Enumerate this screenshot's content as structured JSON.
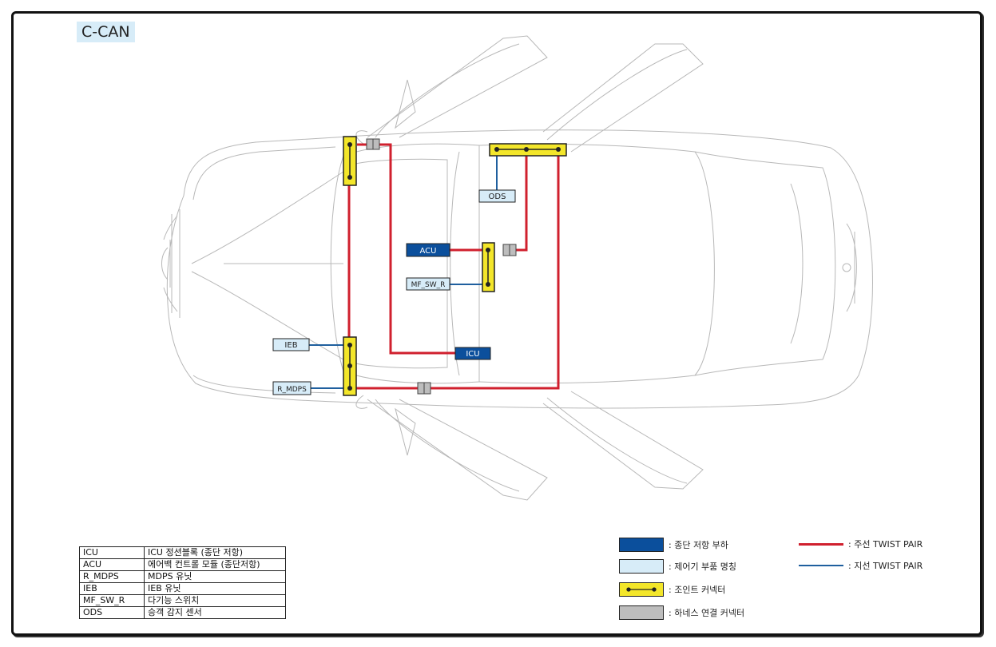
{
  "title": "C-CAN",
  "nodes": {
    "ods": "ODS",
    "acu": "ACU",
    "mf_sw_r": "MF_SW_R",
    "ieb": "IEB",
    "icu": "ICU",
    "r_mdps": "R_MDPS"
  },
  "reference_table": [
    {
      "abbr": "ICU",
      "desc": "ICU 정션블록 (종단 저항)"
    },
    {
      "abbr": "ACU",
      "desc": "에어백 컨트롤 모듈 (종단저항)"
    },
    {
      "abbr": "R_MDPS",
      "desc": "MDPS 유닛"
    },
    {
      "abbr": "IEB",
      "desc": "IEB 유닛"
    },
    {
      "abbr": "MF_SW_R",
      "desc": "다기능 스위치"
    },
    {
      "abbr": "ODS",
      "desc": "승객 감지 센서"
    }
  ],
  "legend": {
    "termination": ": 종단 저항 부하",
    "controller": ": 제어기 부품 명칭",
    "joint": ": 조인트 커넥터",
    "harness": ": 하네스 연결 커넥터",
    "main_line": ": 주선 TWIST PAIR",
    "branch_line": ": 지선 TWIST PAIR"
  },
  "colors": {
    "main_line": "#d0202e",
    "branch_line": "#1f5f9e",
    "termination_fill": "#0b4f9c",
    "controller_fill": "#d7ecf8",
    "joint_fill": "#f3e62a",
    "harness_fill": "#bdbdbd",
    "car_outline": "#b8b8b8"
  }
}
